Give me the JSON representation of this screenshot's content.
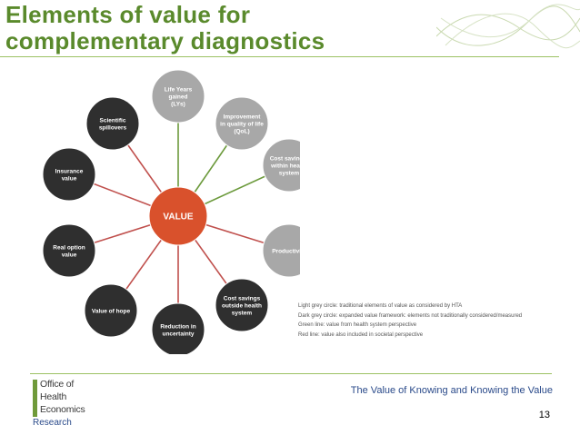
{
  "slide": {
    "title_line1": "Elements of value for",
    "title_line2": "complementary diagnostics",
    "footer_text": "The Value of Knowing and Knowing the Value",
    "page_number": "13"
  },
  "logo": {
    "line1": "Office of",
    "line2": "Health",
    "line3": "Economics",
    "research": "Research"
  },
  "diagram": {
    "center": "VALUE",
    "nodes": [
      {
        "lines": [
          "Life Years",
          "gained",
          "(LYs)"
        ],
        "type": "light",
        "link": "green"
      },
      {
        "lines": [
          "Improvement",
          "in quality of life",
          "(QoL)"
        ],
        "type": "light",
        "link": "green"
      },
      {
        "lines": [
          "Cost savings:",
          "within health",
          "system"
        ],
        "type": "light",
        "link": "green"
      },
      {
        "lines": [
          "Productivity"
        ],
        "type": "light",
        "link": "red"
      },
      {
        "lines": [
          "Cost savings",
          "outside health",
          "system"
        ],
        "type": "dark",
        "link": "red"
      },
      {
        "lines": [
          "Reduction in",
          "uncertainty"
        ],
        "type": "dark",
        "link": "red"
      },
      {
        "lines": [
          "Value of hope"
        ],
        "type": "dark",
        "link": "red"
      },
      {
        "lines": [
          "Real option",
          "value"
        ],
        "type": "dark",
        "link": "red"
      },
      {
        "lines": [
          "Insurance",
          "value"
        ],
        "type": "dark",
        "link": "red"
      },
      {
        "lines": [
          "Scientific",
          "spillovers"
        ],
        "type": "dark",
        "link": "red"
      }
    ],
    "colors": {
      "light_circle": "#a8a8a8",
      "dark_circle": "#2f2f2f",
      "center": "#d9512c",
      "green_line": "#6c9a3c",
      "red_line": "#c0504d"
    }
  },
  "legend": [
    "Light grey circle: traditional elements of value as considered by HTA",
    "Dark grey circle: expanded value framework: elements not traditionally considered/measured",
    "Green line: value from health system perspective",
    "Red line: value also included in societal perspective"
  ]
}
